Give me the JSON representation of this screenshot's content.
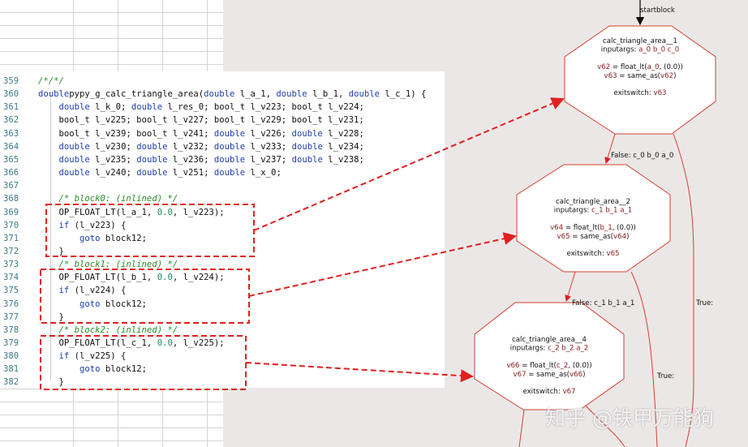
{
  "code": {
    "lines": [
      {
        "n": "359",
        "s": [
          [
            "cm",
            "/*/*/"
          ]
        ]
      },
      {
        "n": "360",
        "s": [
          [
            "kw",
            "double"
          ],
          [
            "",
            "pypy_g_calc_triangle_area("
          ],
          [
            "kw",
            "double"
          ],
          [
            "",
            " l_a_1, "
          ],
          [
            "kw",
            "double"
          ],
          [
            "",
            " l_b_1, "
          ],
          [
            "kw",
            "double"
          ],
          [
            "",
            " l_c_1) {"
          ]
        ]
      },
      {
        "n": "361",
        "s": [
          [
            "",
            "    "
          ],
          [
            "kw",
            "double"
          ],
          [
            "",
            " l_k_0; "
          ],
          [
            "kw",
            "double"
          ],
          [
            "",
            " l_res_0; bool_t l_v223; bool_t l_v224;"
          ]
        ]
      },
      {
        "n": "362",
        "s": [
          [
            "",
            "    bool_t l_v225; bool_t l_v227; bool_t l_v229; bool_t l_v231;"
          ]
        ]
      },
      {
        "n": "363",
        "s": [
          [
            "",
            "    bool_t l_v239; bool_t l_v241; "
          ],
          [
            "kw",
            "double"
          ],
          [
            "",
            " l_v226; "
          ],
          [
            "kw",
            "double"
          ],
          [
            "",
            " l_v228;"
          ]
        ]
      },
      {
        "n": "364",
        "s": [
          [
            "",
            "    "
          ],
          [
            "kw",
            "double"
          ],
          [
            "",
            " l_v230; "
          ],
          [
            "kw",
            "double"
          ],
          [
            "",
            " l_v232; "
          ],
          [
            "kw",
            "double"
          ],
          [
            "",
            " l_v233; "
          ],
          [
            "kw",
            "double"
          ],
          [
            "",
            " l_v234;"
          ]
        ]
      },
      {
        "n": "365",
        "s": [
          [
            "",
            "    "
          ],
          [
            "kw",
            "double"
          ],
          [
            "",
            " l_v235; "
          ],
          [
            "kw",
            "double"
          ],
          [
            "",
            " l_v236; "
          ],
          [
            "kw",
            "double"
          ],
          [
            "",
            " l_v237; "
          ],
          [
            "kw",
            "double"
          ],
          [
            "",
            " l_v238;"
          ]
        ]
      },
      {
        "n": "366",
        "s": [
          [
            "",
            "    "
          ],
          [
            "kw",
            "double"
          ],
          [
            "",
            " l_v240; "
          ],
          [
            "kw",
            "double"
          ],
          [
            "",
            " l_v251; "
          ],
          [
            "kw",
            "double"
          ],
          [
            "",
            " l_x_0;"
          ]
        ]
      },
      {
        "n": "367",
        "s": []
      },
      {
        "n": "368",
        "s": [
          [
            "cm",
            "    /* block0: (inlined) */"
          ]
        ]
      },
      {
        "n": "369",
        "s": [
          [
            "",
            "    OP_FLOAT_LT(l_a_1, "
          ],
          [
            "nm",
            "0.0"
          ],
          [
            "",
            ", l_v223);"
          ]
        ]
      },
      {
        "n": "370",
        "s": [
          [
            "",
            "    "
          ],
          [
            "kw",
            "if"
          ],
          [
            "",
            " (l_v223) {"
          ]
        ]
      },
      {
        "n": "371",
        "s": [
          [
            "",
            "        "
          ],
          [
            "kw",
            "goto"
          ],
          [
            "",
            " block12;"
          ]
        ]
      },
      {
        "n": "372",
        "s": [
          [
            "",
            "    }"
          ]
        ]
      },
      {
        "n": "373",
        "s": [
          [
            "cm",
            "    /* block1: (inlined) */"
          ]
        ]
      },
      {
        "n": "374",
        "s": [
          [
            "",
            "    OP_FLOAT_LT(l_b_1, "
          ],
          [
            "nm",
            "0.0"
          ],
          [
            "",
            ", l_v224);"
          ]
        ]
      },
      {
        "n": "375",
        "s": [
          [
            "",
            "    "
          ],
          [
            "kw",
            "if"
          ],
          [
            "",
            " (l_v224) {"
          ]
        ]
      },
      {
        "n": "376",
        "s": [
          [
            "",
            "        "
          ],
          [
            "kw",
            "goto"
          ],
          [
            "",
            " block12;"
          ]
        ]
      },
      {
        "n": "377",
        "s": [
          [
            "",
            "    }"
          ]
        ]
      },
      {
        "n": "378",
        "s": [
          [
            "cm",
            "    /* block2: (inlined) */"
          ]
        ]
      },
      {
        "n": "379",
        "s": [
          [
            "",
            "    OP_FLOAT_LT(l_c_1, "
          ],
          [
            "nm",
            "0.0"
          ],
          [
            "",
            ", l_v225);"
          ]
        ]
      },
      {
        "n": "380",
        "s": [
          [
            "",
            "    "
          ],
          [
            "kw",
            "if"
          ],
          [
            "",
            " (l_v225) {"
          ]
        ]
      },
      {
        "n": "381",
        "s": [
          [
            "",
            "        "
          ],
          [
            "kw",
            "goto"
          ],
          [
            "",
            " block12;"
          ]
        ]
      },
      {
        "n": "382",
        "s": [
          [
            "",
            "    }"
          ]
        ]
      }
    ]
  },
  "graph": {
    "start_label": "startblock",
    "nodes": [
      {
        "lines": [
          [
            [
              "",
              "calc_triangle_area__1"
            ]
          ],
          [
            [
              "",
              "inputargs: "
            ],
            [
              "v",
              "a_0 b_0 c_0"
            ]
          ],
          [],
          [
            [
              "v",
              "v62"
            ],
            [
              "",
              " = float_lt("
            ],
            [
              "v",
              "a_0"
            ],
            [
              "",
              ", (0.0))"
            ]
          ],
          [
            [
              "v",
              "v63"
            ],
            [
              "",
              " = same_as("
            ],
            [
              "v",
              "v62"
            ],
            [
              "",
              ")"
            ]
          ],
          [],
          [
            [
              "",
              "exitswitch: "
            ],
            [
              "v",
              "v63"
            ]
          ]
        ]
      },
      {
        "lines": [
          [
            [
              "",
              "calc_triangle_area__2"
            ]
          ],
          [
            [
              "",
              "inputargs: "
            ],
            [
              "v",
              "c_1 b_1 a_1"
            ]
          ],
          [],
          [
            [
              "v",
              "v64"
            ],
            [
              "",
              " = float_lt("
            ],
            [
              "v",
              "b_1"
            ],
            [
              "",
              ", (0.0))"
            ]
          ],
          [
            [
              "v",
              "v65"
            ],
            [
              "",
              " = same_as("
            ],
            [
              "v",
              "v64"
            ],
            [
              "",
              ")"
            ]
          ],
          [],
          [
            [
              "",
              "exitswitch: "
            ],
            [
              "v",
              "v65"
            ]
          ]
        ]
      },
      {
        "lines": [
          [
            [
              "",
              "calc_triangle_area__4"
            ]
          ],
          [
            [
              "",
              "inputargs: "
            ],
            [
              "v",
              "c_2 b_2 a_2"
            ]
          ],
          [],
          [
            [
              "v",
              "v66"
            ],
            [
              "",
              " = float_lt("
            ],
            [
              "v",
              "c_2"
            ],
            [
              "",
              ", (0.0))"
            ]
          ],
          [
            [
              "v",
              "v67"
            ],
            [
              "",
              " = same_as("
            ],
            [
              "v",
              "v66"
            ],
            [
              "",
              ")"
            ]
          ],
          [],
          [
            [
              "",
              "exitswitch: "
            ],
            [
              "v",
              "v67"
            ]
          ]
        ]
      }
    ],
    "edges": {
      "false1": "False: c_0 b_0 a_0",
      "false2": "False: c_1 b_1 a_1",
      "true1": "True:",
      "true2": "True:"
    }
  },
  "watermark": "知乎 @铁甲万能狗",
  "colors": {
    "highlight": "#e02020",
    "node_border": "#d04030",
    "variable": "#8b1a1a",
    "keyword": "#1f3fa8",
    "comment": "#2a8a2a"
  }
}
